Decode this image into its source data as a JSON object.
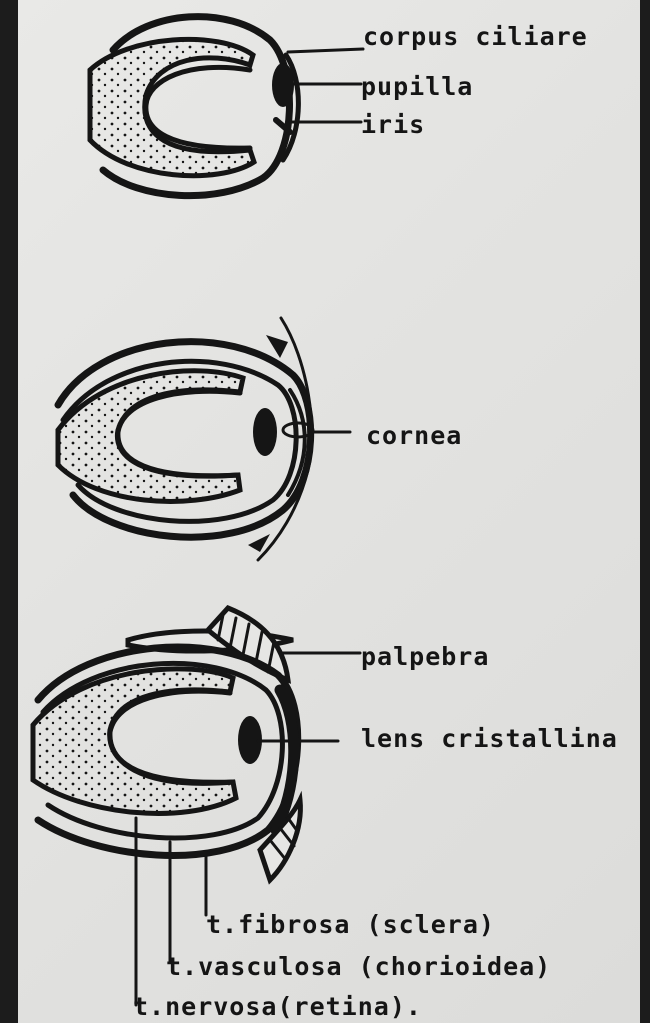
{
  "labels": {
    "corpus_ciliare": "corpus ciliare",
    "pupilla": "pupilla",
    "iris": "iris",
    "cornea": "cornea",
    "palpebra": "palpebra",
    "lens_cristallina": "lens cristallina",
    "t_fibrosa": "t.fibrosa (sclera)",
    "t_vasculosa": "t.vasculosa (chorioidea)",
    "t_nervosa": "t.nervosa(retina)."
  },
  "colors": {
    "ink": "#151515",
    "paper": "#e6e6e4",
    "border": "#1c1c1c"
  }
}
